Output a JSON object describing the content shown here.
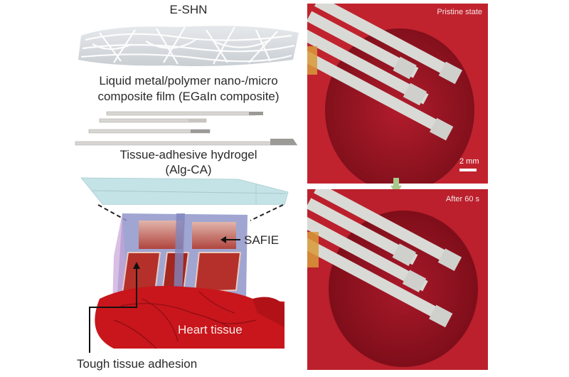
{
  "figure": {
    "left_diagram": {
      "layers": [
        {
          "id": "eshn",
          "label": "E-SHN"
        },
        {
          "id": "egain",
          "label_line1": "Liquid metal/polymer nano-/micro",
          "label_line2": "composite film (EGaIn composite)"
        },
        {
          "id": "hydrogel",
          "label_line1": "Tissue-adhesive hydrogel",
          "label_line2": "(Alg-CA)"
        }
      ],
      "device_label": "SAFIE",
      "heart_label": "Heart tissue",
      "adhesion_label": "Tough tissue adhesion"
    },
    "right_photos": {
      "top": {
        "label": "Pristine state",
        "scale_bar": "2 mm"
      },
      "bottom": {
        "label": "After 60 s"
      },
      "arrow_color": "#a8c98a"
    },
    "colors": {
      "heart": "#c8161c",
      "hydrogel": "#bfe0e3",
      "mesh": "#d9dde1",
      "tissue_photo": "#9e1524"
    }
  }
}
